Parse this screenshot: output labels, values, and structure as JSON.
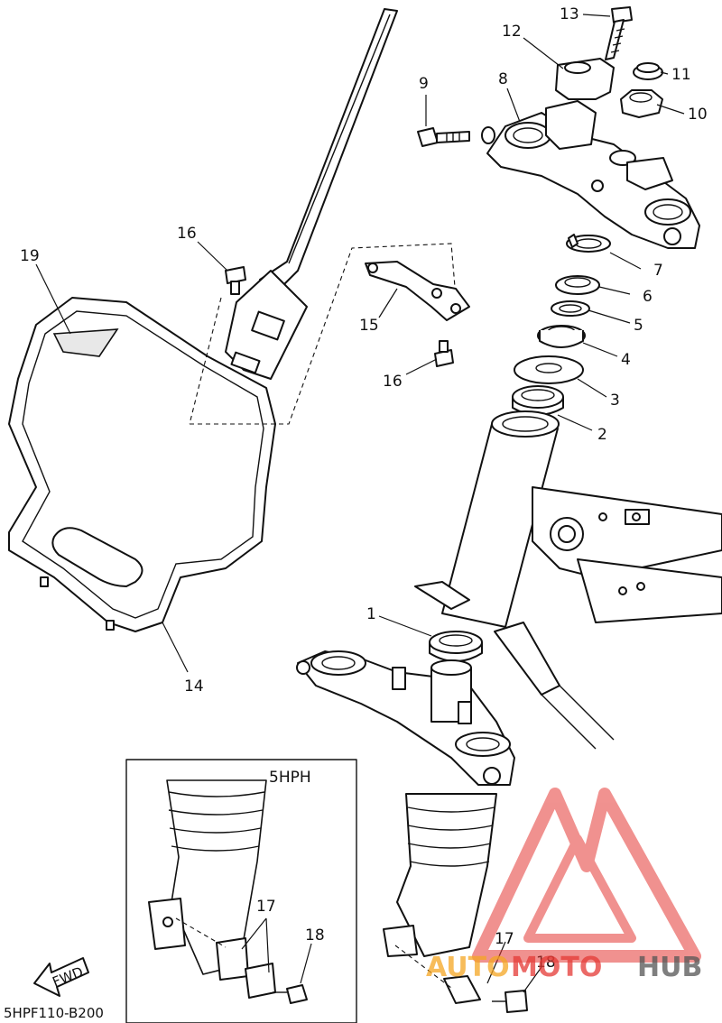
{
  "diagram_code": "5HPF110-B200",
  "inset_label": "5HPH",
  "fwd_label": "FWD",
  "watermark": {
    "brand_part1": "AUTO",
    "brand_part2": "MOTO",
    "brand_part3": "HUB",
    "color_primary": "#f5a623",
    "color_secondary": "#e53935",
    "color_dark": "#555555"
  },
  "callouts": [
    "1",
    "2",
    "3",
    "4",
    "5",
    "6",
    "7",
    "8",
    "9",
    "10",
    "11",
    "12",
    "13",
    "14",
    "15",
    "16",
    "16",
    "17",
    "17",
    "18",
    "18",
    "19"
  ]
}
